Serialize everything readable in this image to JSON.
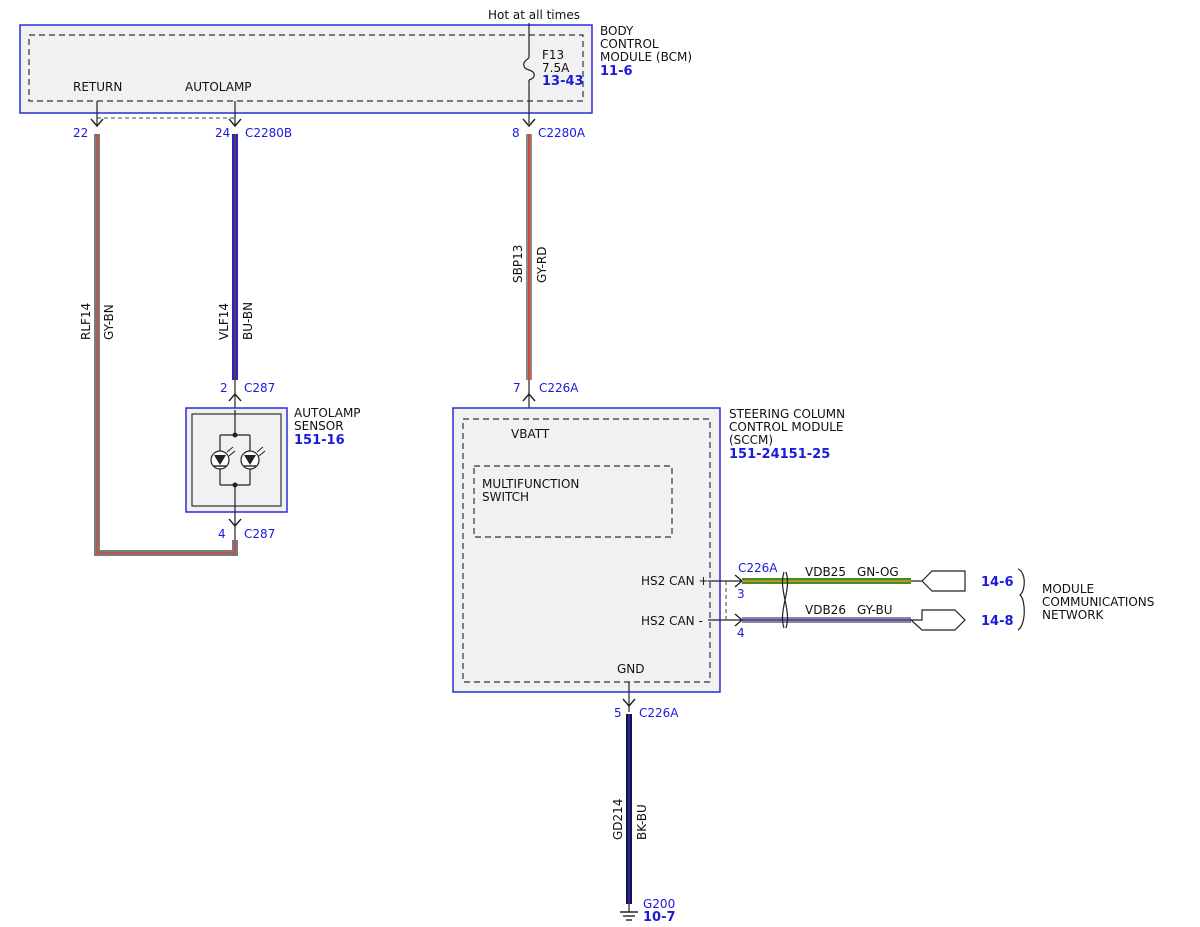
{
  "colors": {
    "blue_outline": "#2b2bd8",
    "module_fill": "#f1f1f1",
    "wire_gy_bn": "#9c6b5a",
    "wire_bu_bn": "#2424c8",
    "wire_gy_rd": "#c45a4a",
    "wire_gn_og": "#4a8a1e",
    "wire_gy_bu": "#6a78b8",
    "wire_bk_bu": "#14144a",
    "ref_text": "#1a1adb"
  },
  "power": {
    "label": "Hot at all times"
  },
  "bcm": {
    "name_lines": [
      "BODY",
      "CONTROL",
      "MODULE (BCM)"
    ],
    "ref": "11-6",
    "fuse_id": "F13",
    "fuse_rating": "7.5A",
    "fuse_ref": "13-43",
    "pin_return": "RETURN",
    "pin_autolamp": "AUTOLAMP"
  },
  "connectors": {
    "c2280b": {
      "name": "C2280B",
      "pin_return": "22",
      "pin_autolamp": "24"
    },
    "c2280a": {
      "name": "C2280A",
      "pin": "8"
    },
    "c287_top": {
      "name": "C287",
      "pin": "2"
    },
    "c287_bottom": {
      "name": "C287",
      "pin": "4"
    },
    "c226a_top": {
      "name": "C226A",
      "pin": "7"
    },
    "c226a_can": {
      "name": "C226A",
      "pin_plus": "3",
      "pin_minus": "4"
    },
    "c226a_gnd": {
      "name": "C226A",
      "pin": "5"
    }
  },
  "wires": {
    "rlf14": {
      "circuit": "RLF14",
      "color": "GY-BN"
    },
    "vlf14": {
      "circuit": "VLF14",
      "color": "BU-BN"
    },
    "sbp13": {
      "circuit": "SBP13",
      "color": "GY-RD"
    },
    "vdb25": {
      "circuit": "VDB25",
      "color": "GN-OG"
    },
    "vdb26": {
      "circuit": "VDB26",
      "color": "GY-BU"
    },
    "gd214": {
      "circuit": "GD214",
      "color": "BK-BU"
    }
  },
  "autolamp_sensor": {
    "name_lines": [
      "AUTOLAMP",
      "SENSOR"
    ],
    "ref": "151-16"
  },
  "sccm": {
    "name_lines": [
      "STEERING COLUMN",
      "CONTROL MODULE",
      "(SCCM)"
    ],
    "ref": "151-24151-25",
    "pin_vbatt": "VBATT",
    "switch_lines": [
      "MULTIFUNCTION",
      "SWITCH"
    ],
    "pin_can_plus": "HS2 CAN +",
    "pin_can_minus": "HS2 CAN -",
    "pin_gnd": "GND"
  },
  "network": {
    "ref_plus": "14-6",
    "ref_minus": "14-8",
    "name_lines": [
      "MODULE",
      "COMMUNICATIONS",
      "NETWORK"
    ]
  },
  "ground": {
    "name": "G200",
    "ref": "10-7"
  }
}
